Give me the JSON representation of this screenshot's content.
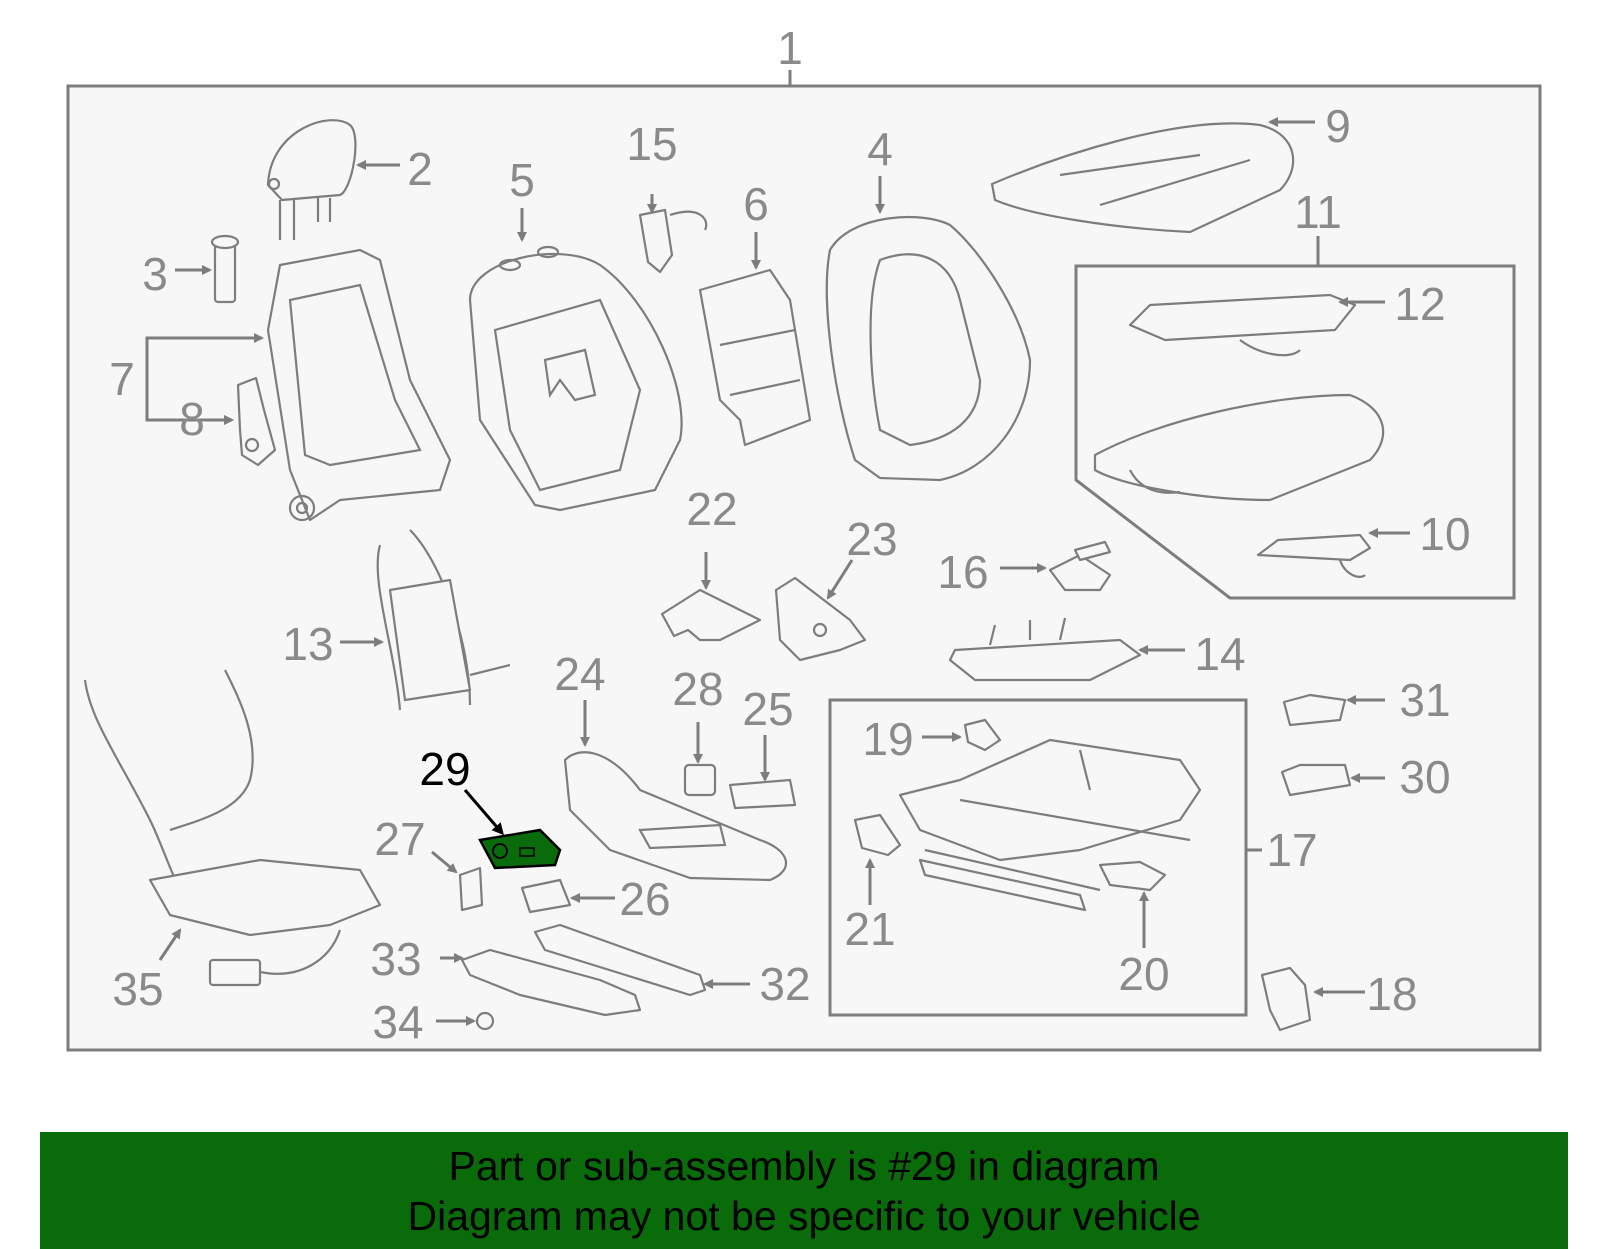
{
  "diagram": {
    "main_label": "1",
    "highlighted_part": "29",
    "colors": {
      "highlight": "#0a6b0a",
      "lines": "#7d7d7d",
      "panel": "#f7f7f7"
    },
    "callouts": [
      "2",
      "3",
      "4",
      "5",
      "6",
      "7",
      "8",
      "9",
      "10",
      "11",
      "12",
      "13",
      "14",
      "15",
      "16",
      "17",
      "18",
      "19",
      "20",
      "21",
      "22",
      "23",
      "24",
      "25",
      "26",
      "27",
      "28",
      "29",
      "30",
      "31",
      "32",
      "33",
      "34",
      "35"
    ]
  },
  "banner": {
    "line1": "Part or sub-assembly is #29 in diagram",
    "line2": "Diagram may not be specific to your vehicle",
    "background": "#0a6b0a"
  }
}
